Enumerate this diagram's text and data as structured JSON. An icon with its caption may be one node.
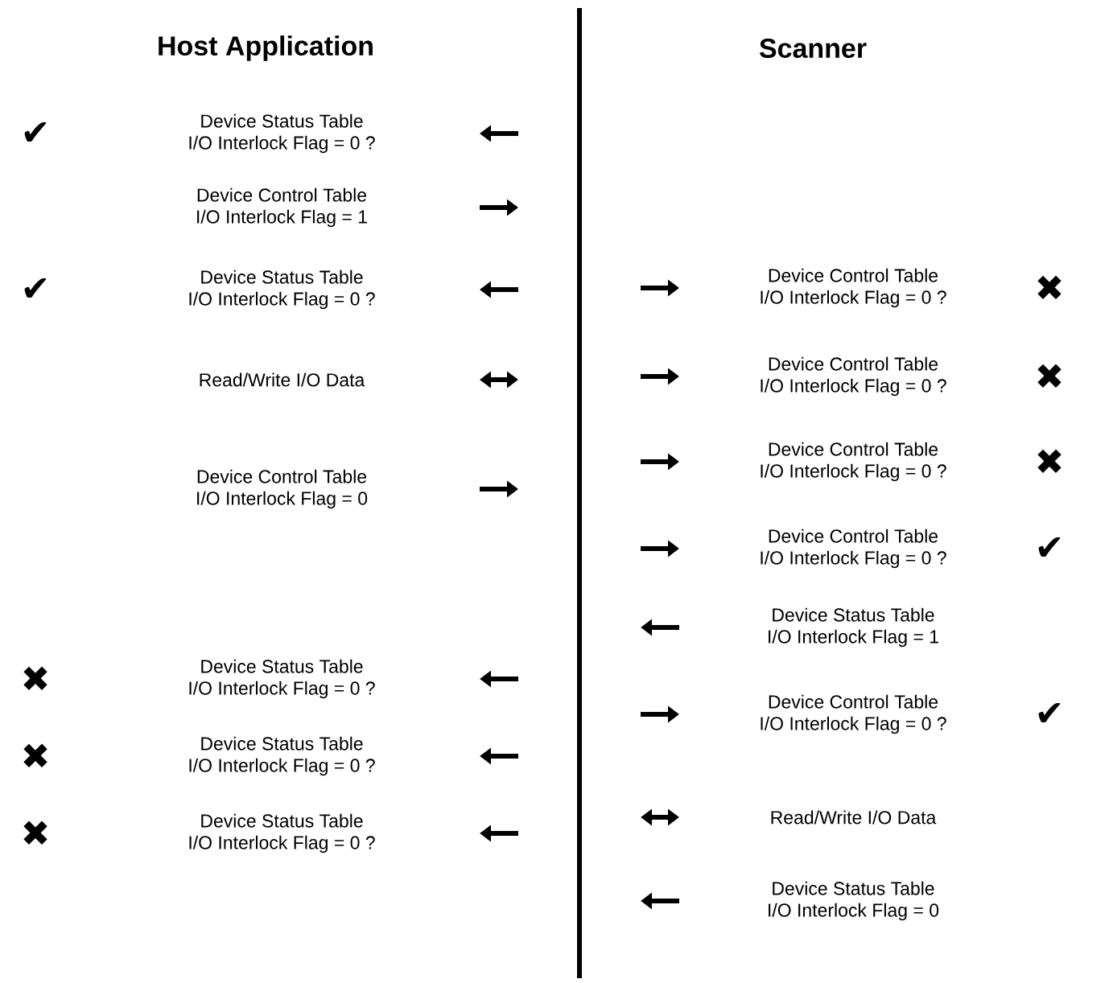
{
  "diagram": {
    "nodes": [
      {
        "text": [
          "Device Status Table",
          "I/O Interlock Flag = 0 ?"
        ]
      },
      {
        "text": [
          "Device Control Table",
          "I/O Interlock Flag = 1"
        ]
      },
      {
        "text": [
          "Device Status Table",
          "I/O Interlock Flag = 0 ?"
        ]
      },
      {
        "text": [
          "Read/Write I/O Data"
        ]
      },
      {
        "text": [
          "Device Control Table",
          "I/O Interlock Flag = 0"
        ]
      },
      {
        "text": [
          "Device Status Table",
          "I/O Interlock Flag = 0 ?"
        ]
      },
      {
        "text": [
          "Device Status Table",
          "I/O Interlock Flag = 0 ?"
        ]
      },
      {
        "text": [
          "Device Status Table",
          "I/O Interlock Flag = 0 ?"
        ]
      },
      {
        "text": [
          "Device Control Table",
          "I/O Interlock Flag = 0 ?"
        ]
      },
      {
        "text": [
          "Device Control Table",
          "I/O Interlock Flag = 0 ?"
        ]
      },
      {
        "text": [
          "Device Control Table",
          "I/O Interlock Flag = 0 ?"
        ]
      },
      {
        "text": [
          "Device Control Table",
          "I/O Interlock Flag = 0 ?"
        ]
      },
      {
        "text": [
          "Device Status Table",
          "I/O Interlock Flag = 1"
        ]
      },
      {
        "text": [
          "Device Control Table",
          "I/O Interlock Flag = 0 ?"
        ]
      },
      {
        "text": [
          "Read/Write I/O Data"
        ]
      },
      {
        "text": [
          "Device Status Table",
          "I/O Interlock Flag = 0"
        ]
      }
    ],
    "labels": [
      "Host Application",
      "Scanner",
      "✔",
      "✔",
      "✖",
      "✖",
      "✖",
      "✖",
      "✖",
      "✖",
      "✔",
      "✔"
    ]
  }
}
